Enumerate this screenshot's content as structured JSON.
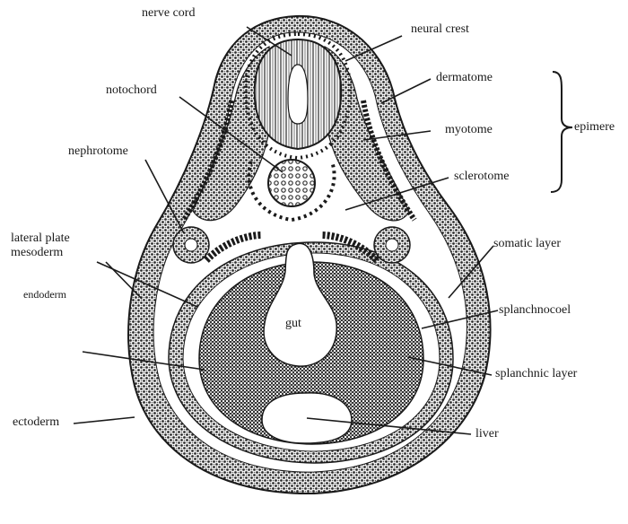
{
  "labels": {
    "nerve_cord": "nerve cord",
    "neural_crest": "neural crest",
    "dermatome": "dermatome",
    "notochord": "notochord",
    "myotome": "myotome",
    "epimere": "epimere",
    "nephrotome": "nephrotome",
    "sclerotome": "sclerotome",
    "lateral_plate": "lateral plate mesoderm",
    "somatic_layer": "somatic layer",
    "endoderm": "endoderm",
    "splanchnocoel": "splanchnocoel",
    "gut": "gut",
    "splanchnic_layer": "splanchnic layer",
    "ectoderm": "ectoderm",
    "liver": "liver"
  },
  "colors": {
    "ink": "#1a1a1a",
    "tissue_dense": "#3a3a3a",
    "tissue_light": "#8a8a8a",
    "paper": "#ffffff"
  }
}
